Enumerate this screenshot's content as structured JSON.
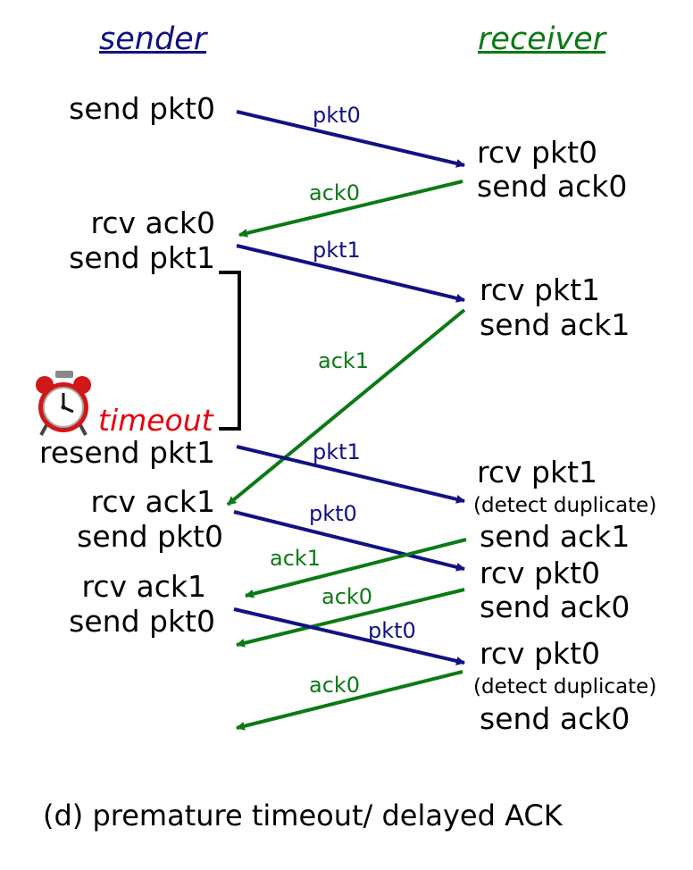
{
  "colors": {
    "sender": "#111184",
    "receiver": "#0b7a16",
    "pkt": "#111184",
    "ack": "#0b7a16",
    "timeout": "#e8000b",
    "text": "#000000"
  },
  "icons": {
    "timer": "alarm-clock-icon"
  },
  "headers": {
    "sender": "sender",
    "receiver": "receiver"
  },
  "sender_events": [
    "send pkt0",
    "rcv ack0",
    "send pkt1",
    "resend pkt1",
    "rcv ack1",
    "send pkt0",
    "rcv ack1",
    "send pkt0"
  ],
  "timeout_label": "timeout",
  "receiver_events": [
    "rcv pkt0",
    "send ack0",
    "rcv pkt1",
    "send ack1",
    "rcv pkt1",
    "(detect duplicate)",
    "send ack1",
    "rcv pkt0",
    "send ack0",
    "rcv pkt0",
    "(detect duplicate)",
    "send ack0"
  ],
  "messages": [
    {
      "label": "pkt0",
      "kind": "pkt"
    },
    {
      "label": "ack0",
      "kind": "ack"
    },
    {
      "label": "pkt1",
      "kind": "pkt"
    },
    {
      "label": "ack1",
      "kind": "ack"
    },
    {
      "label": "pkt1",
      "kind": "pkt"
    },
    {
      "label": "pkt0",
      "kind": "pkt"
    },
    {
      "label": "ack1",
      "kind": "ack"
    },
    {
      "label": "ack0",
      "kind": "ack"
    },
    {
      "label": "pkt0",
      "kind": "pkt"
    },
    {
      "label": "ack0",
      "kind": "ack"
    }
  ],
  "caption": "(d) premature timeout/ delayed ACK"
}
